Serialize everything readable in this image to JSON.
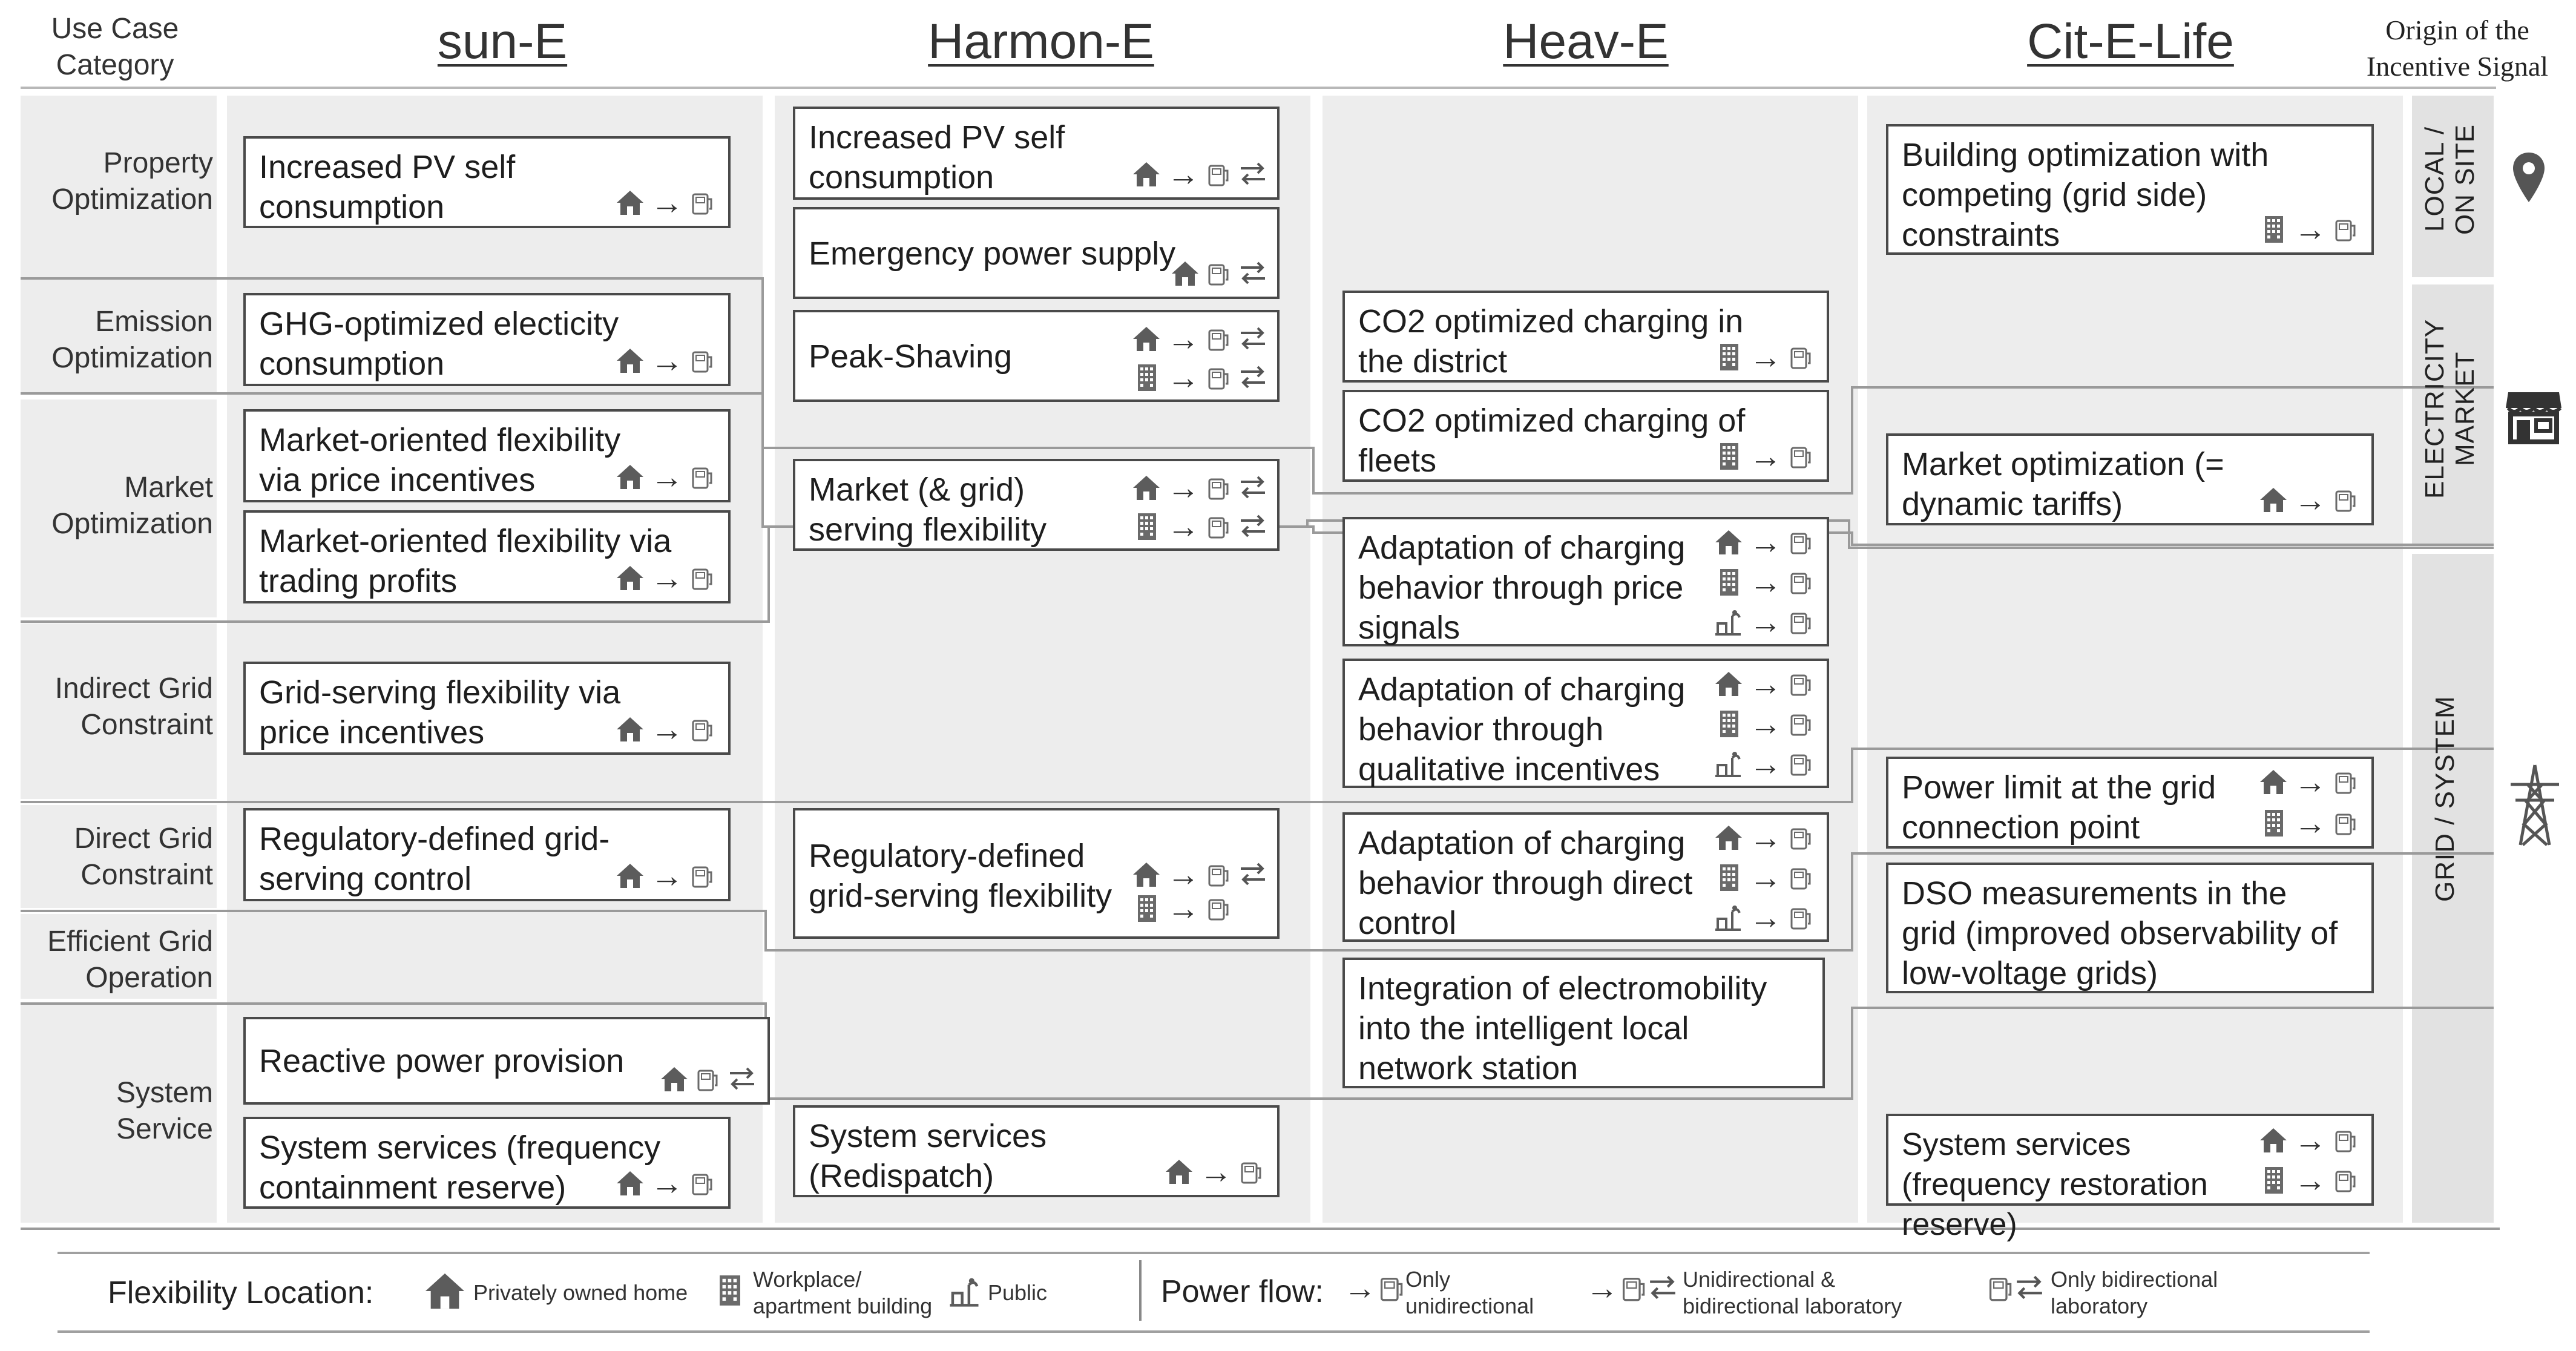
{
  "header": {
    "category_label": "Use Case Category",
    "origin_label": "Origin of the Incentive Signal",
    "projects": [
      "sun-E",
      "Harmon-E",
      "Heav-E",
      "Cit-E-Life"
    ]
  },
  "categories": [
    "Property Optimization",
    "Emission Optimization",
    "Market Optimization",
    "Indirect Grid Constraint",
    "Direct Grid Constraint",
    "Efficient Grid Operation",
    "System Service"
  ],
  "origins": [
    "LOCAL / ON SITE",
    "ELECTRICITY MARKET",
    "GRID / SYSTEM"
  ],
  "boxes": {
    "sune_pv": "Increased PV self consumption",
    "sune_ghg": "GHG-optimized electicity consumption",
    "sune_mkt_price": "Market-oriented flexibility via price incentives",
    "sune_mkt_trade": "Market-oriented flexibility via trading profits",
    "sune_grid_price": "Grid-serving flexibility via price incentives",
    "sune_reg": "Regulatory-defined grid-serving control",
    "sune_reactive": "Reactive power provision",
    "sune_fcr": "System services (frequency containment reserve)",
    "harm_pv": "Increased PV self consumption",
    "harm_emerg": "Emergency power supply",
    "harm_peak": "Peak-Shaving",
    "harm_mkt": "Market (& grid) serving flexibility",
    "harm_reg": "Regulatory-defined grid-serving flexibility",
    "harm_redispatch": "System services (Redispatch)",
    "heav_co2_district": "CO2 optimized charging in the district",
    "heav_co2_fleets": "CO2 optimized charging of fleets",
    "heav_price": "Adaptation of charging behavior through price signals",
    "heav_qual": "Adaptation of charging behavior through qualitative incentives",
    "heav_direct": "Adaptation of charging behavior through direct control",
    "heav_integration": "Integration of electromobility into the intelligent local network station",
    "cit_building": "Building optimization with competing (grid side) constraints",
    "cit_market": "Market optimization (= dynamic tariffs)",
    "cit_power_limit": "Power limit at the grid connection point",
    "cit_dso": "DSO measurements in the grid (improved observability of low-voltage grids)",
    "cit_frr": "System services (frequency restoration reserve)"
  },
  "legend": {
    "flex_label": "Flexibility Location:",
    "home": "Privately owned home",
    "workplace": "Workplace/ apartment building",
    "public": "Public",
    "power_label": "Power flow:",
    "uni": "Only unidirectional",
    "uni_bi": "Unidirectional & bidirectional laboratory",
    "bi": "Only bidirectional laboratory"
  },
  "colors": {
    "band": "#ededed",
    "border": "#4a4a4a",
    "icon": "#666666"
  }
}
